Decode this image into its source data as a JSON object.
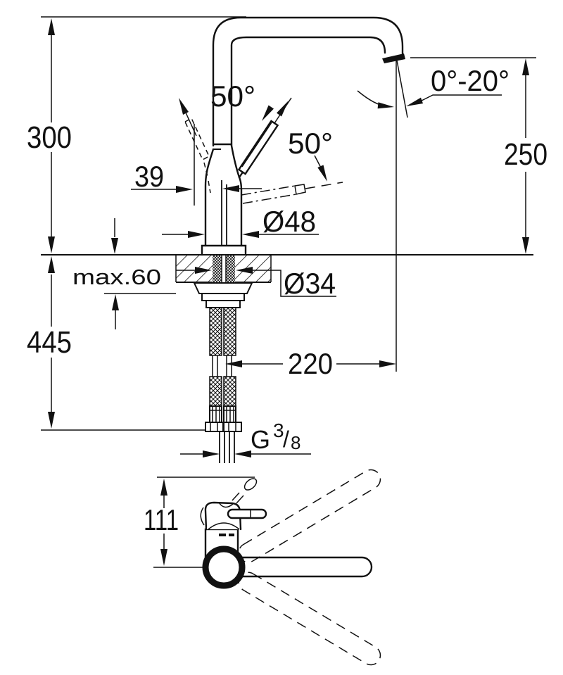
{
  "title": "kitchen-faucet-installation-dimension-drawing",
  "colors": {
    "line": "#111111",
    "background": "#ffffff"
  },
  "labels": {
    "height_above_deck": "300",
    "height_below_deck": "445",
    "lever_offset": "39",
    "lever_angle_left": "50°",
    "lever_angle_right": "50°",
    "spout_tilt_range": "0°-20°",
    "spout_outlet_height": "250",
    "body_diameter": "Ø48",
    "max_deck_thickness": "max.60",
    "hole_diameter": "Ø34",
    "spout_reach": "220",
    "thread_g": "G",
    "thread_numerator": "3",
    "thread_slash": "/",
    "thread_denominator": "8",
    "plan_view_depth": "111"
  }
}
